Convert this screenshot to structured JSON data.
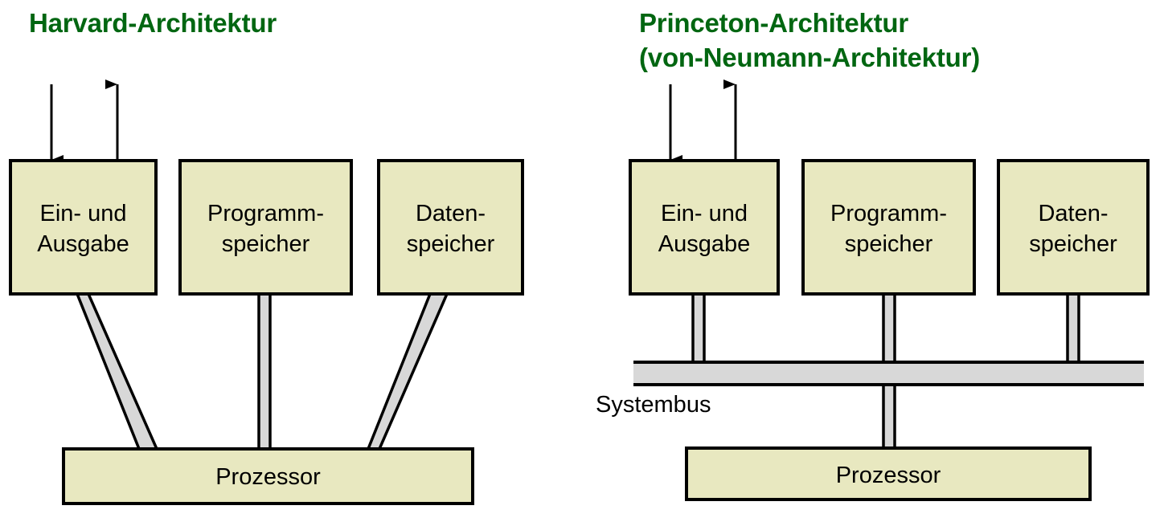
{
  "diagram": {
    "kind": "computer-architecture-comparison",
    "background_color": "#ffffff",
    "palette": {
      "title_green": "#006611",
      "box_fill": "#e8e8c0",
      "box_stroke": "#000000",
      "bus_fill": "#d8d8d8",
      "bus_stroke": "#000000",
      "text_color": "#000000"
    }
  },
  "left": {
    "title": "Harvard-Architektur",
    "boxes": [
      {
        "line1": "Ein- und",
        "line2": "Ausgabe"
      },
      {
        "line1": "Programm-",
        "line2": "speicher"
      },
      {
        "line1": "Daten-",
        "line2": "speicher"
      }
    ],
    "processor": "Prozessor",
    "arrows": [
      {
        "name": "input-arrow",
        "direction": "down"
      },
      {
        "name": "output-arrow",
        "direction": "up"
      }
    ]
  },
  "right": {
    "title_line1": "Princeton-Architektur",
    "title_line2": "(von-Neumann-Architektur)",
    "boxes": [
      {
        "line1": "Ein- und",
        "line2": "Ausgabe"
      },
      {
        "line1": "Programm-",
        "line2": "speicher"
      },
      {
        "line1": "Daten-",
        "line2": "speicher"
      }
    ],
    "bus_label": "Systembus",
    "processor": "Prozessor",
    "arrows": [
      {
        "name": "input-arrow",
        "direction": "down"
      },
      {
        "name": "output-arrow",
        "direction": "up"
      }
    ]
  }
}
